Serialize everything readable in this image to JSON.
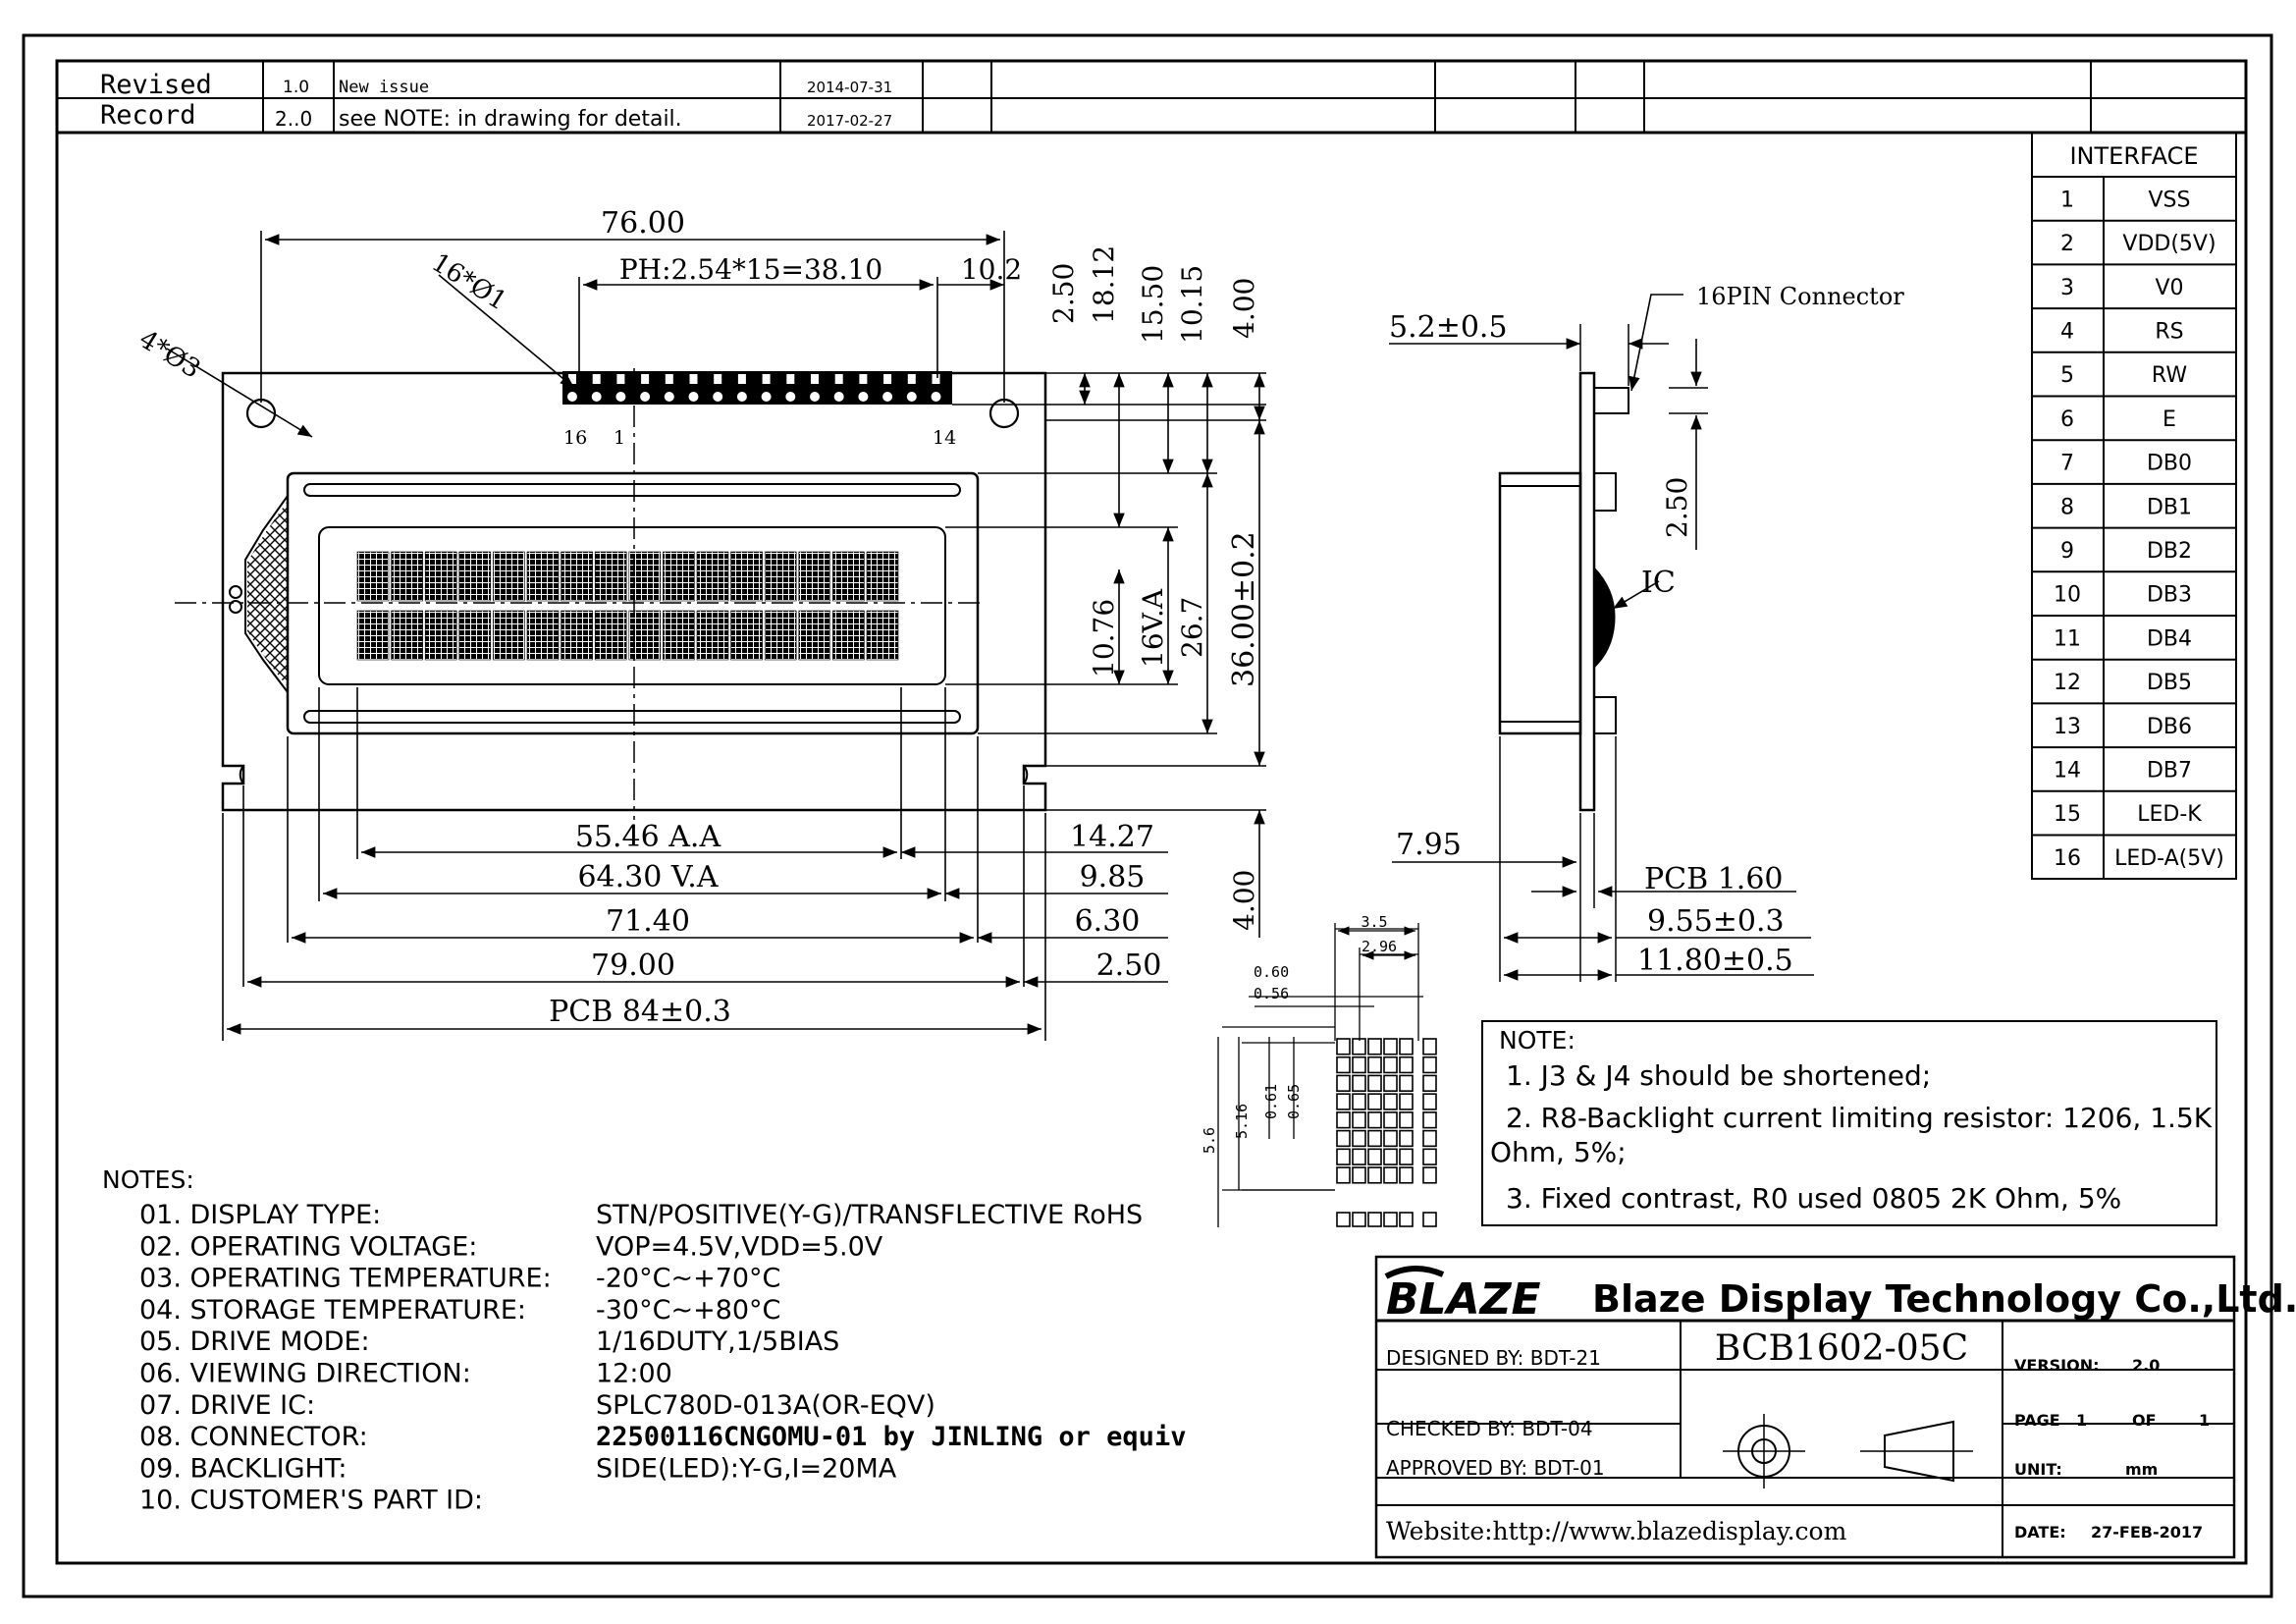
{
  "revision": {
    "label_line1": "Revised",
    "label_line2": "Record",
    "rows": [
      {
        "version": "1.0",
        "description": "New issue",
        "date": "2014-07-31"
      },
      {
        "version": "2..0",
        "description": "see NOTE: in drawing for detail.",
        "date": "2017-02-27"
      }
    ]
  },
  "interface": {
    "title": "INTERFACE",
    "pins": [
      {
        "no": "1",
        "name": "VSS"
      },
      {
        "no": "2",
        "name": "VDD(5V)"
      },
      {
        "no": "3",
        "name": "V0"
      },
      {
        "no": "4",
        "name": "RS"
      },
      {
        "no": "5",
        "name": "RW"
      },
      {
        "no": "6",
        "name": "E"
      },
      {
        "no": "7",
        "name": "DB0"
      },
      {
        "no": "8",
        "name": "DB1"
      },
      {
        "no": "9",
        "name": "DB2"
      },
      {
        "no": "10",
        "name": "DB3"
      },
      {
        "no": "11",
        "name": "DB4"
      },
      {
        "no": "12",
        "name": "DB5"
      },
      {
        "no": "13",
        "name": "DB6"
      },
      {
        "no": "14",
        "name": "DB7"
      },
      {
        "no": "15",
        "name": "LED-K"
      },
      {
        "no": "16",
        "name": "LED-A(5V)"
      }
    ]
  },
  "front_view": {
    "dim_top": "76.00",
    "dim_pitch": "PH:2.54*15=38.10",
    "dim_right_offset": "10.2",
    "label_pin_holes": "16*Ø1",
    "label_mount_holes": "4*Ø3",
    "pin_label_16": "16",
    "pin_label_1": "1",
    "pin_label_14": "14",
    "vdims": [
      "2.50",
      "18.12",
      "15.50",
      "10.15",
      "4.00"
    ],
    "side_vdims": [
      "10.76",
      "16V.A",
      "26.7",
      "36.00±0.2",
      "4.00"
    ],
    "hdims_left": [
      "55.46 A.A",
      "64.30 V.A",
      "71.40",
      "79.00",
      "PCB 84±0.3"
    ],
    "hdims_right": [
      "14.27",
      "9.85",
      "6.30",
      "2.50"
    ]
  },
  "side_view": {
    "label_connector": "16PIN Connector",
    "dim_connector": "5.2±0.5",
    "dim_conn_height": "2.50",
    "label_ic": "IC",
    "dim_bezel": "7.95",
    "dim_pcb": "PCB 1.60",
    "dim_thickness1": "9.55±0.3",
    "dim_thickness2": "11.80±0.5"
  },
  "dot_detail": {
    "dims": [
      "3.5",
      "2.96",
      "0.60",
      "0.56",
      "5.6",
      "5.16",
      "0.61",
      "0.65"
    ]
  },
  "notes_box": {
    "title": "NOTE:",
    "items": [
      "1. J3 & J4 should be shortened;",
      "2. R8-Backlight current limiting resistor: 1206, 1.5K",
      "Ohm, 5%;",
      "3. Fixed contrast,  R0  used 0805 2K Ohm, 5%"
    ]
  },
  "specs": {
    "title": "NOTES:",
    "rows": [
      {
        "label": "01. DISPLAY TYPE:",
        "value": "STN/POSITIVE(Y-G)/TRANSFLECTIVE RoHS"
      },
      {
        "label": "02. OPERATING VOLTAGE:",
        "value": "VOP=4.5V,VDD=5.0V"
      },
      {
        "label": "03. OPERATING TEMPERATURE:",
        "value": "-20°C~+70°C"
      },
      {
        "label": "04. STORAGE TEMPERATURE:",
        "value": "-30°C~+80°C"
      },
      {
        "label": "05. DRIVE MODE:",
        "value": "1/16DUTY,1/5BIAS"
      },
      {
        "label": "06. VIEWING DIRECTION:",
        "value": "12:00"
      },
      {
        "label": "07. DRIVE IC:",
        "value": "SPLC780D-013A(OR-EQV)"
      },
      {
        "label": "08. CONNECTOR:",
        "value": "22500116CNGOMU-01 by JINLING or equiv"
      },
      {
        "label": "09. BACKLIGHT:",
        "value": "SIDE(LED):Y-G,I=20MA"
      },
      {
        "label": "10. CUSTOMER'S PART ID:",
        "value": ""
      }
    ]
  },
  "title_block": {
    "logo": "BLAZE",
    "company": "Blaze Display Technology Co.,Ltd.",
    "designed": "DESIGNED  BY:  BDT-21",
    "checked": "CHECKED  BY:  BDT-04",
    "approved": "APPROVED  BY: BDT-01",
    "part_no": "BCB1602-05C",
    "version_label": "VERSION:",
    "version_value": "2.0",
    "page_label": "PAGE",
    "page_no": "1",
    "page_of": "OF",
    "page_total": "1",
    "unit_label": "UNIT:",
    "unit_value": "mm",
    "date_label": "DATE:",
    "date_value": "27-FEB-2017",
    "website": "Website:http://www.blazedisplay.com"
  }
}
